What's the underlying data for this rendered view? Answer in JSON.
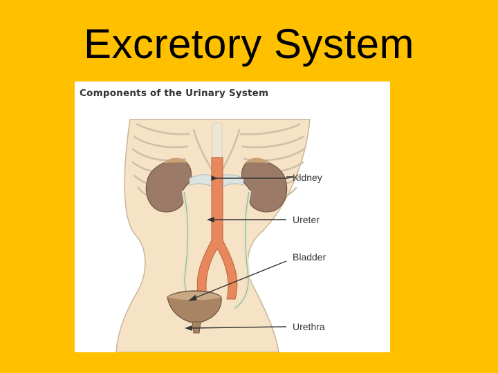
{
  "slide": {
    "title": "Excretory System",
    "background_color": "#FFC000"
  },
  "figure": {
    "heading": "Components of the Urinary System",
    "labels": {
      "kidney": "Kidney",
      "ureter": "Ureter",
      "bladder": "Bladder",
      "urethra": "Urethra"
    },
    "colors": {
      "skin": "#F6E2C4",
      "kidney": "#9B7A67",
      "aorta": "#E8875C",
      "ureter": "#E3E5C8",
      "bladder": "#A98463"
    }
  }
}
